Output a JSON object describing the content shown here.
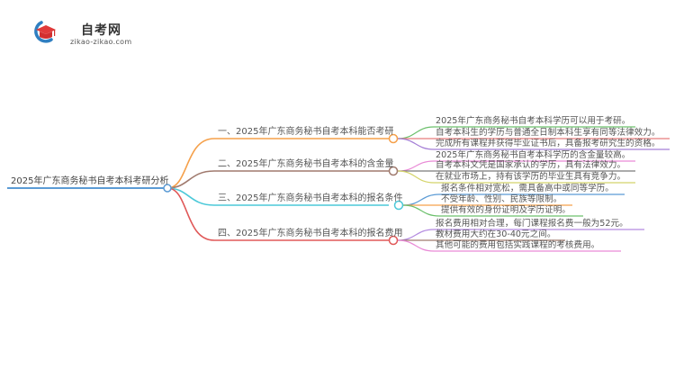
{
  "logo": {
    "title": "自考网",
    "subtitle": "zikao-zikao.com",
    "icon": "graduation-cap-icon",
    "colors": {
      "cap": "#e03a3a",
      "ring": "#2f7fc1"
    }
  },
  "mindmap": {
    "root": {
      "label": "2025年广东商务秘书自考本科考研分析",
      "color": "#5b9bd5"
    },
    "branches": [
      {
        "label": "一、2025年广东商务秘书自考本科能否考研",
        "color": "#f5a04a",
        "children": [
          {
            "label": "2025年广东商务秘书自考本科学历可以用于考研。",
            "color": "#6cc06c"
          },
          {
            "label": "自考本科生的学历与普通全日制本科生享有同等法律效力。",
            "color": "#e87c7c"
          },
          {
            "label": "完成所有课程并获得毕业证书后，具备报考研究生的资格。",
            "color": "#a57fd6"
          }
        ]
      },
      {
        "label": "二、2025年广东商务秘书自考本科的含金量",
        "color": "#a07a6e",
        "children": [
          {
            "label": "2025年广东商务秘书自考本科学历的含金量较高。",
            "color": "#e98ad6"
          },
          {
            "label": "自考本科文凭是国家承认的学历，具有法律效力。",
            "color": "#7a7a7a"
          },
          {
            "label": "在就业市场上，持有该学历的毕业生具有竞争力。",
            "color": "#d4d46a"
          }
        ]
      },
      {
        "label": "三、2025年广东商务秘书自考本科的报名条件",
        "color": "#4cc9d9",
        "children": [
          {
            "label": "报名条件相对宽松，需具备高中或同等学历。",
            "color": "#5b9bd5"
          },
          {
            "label": "不受年龄、性别、民族等限制。",
            "color": "#f5a04a"
          },
          {
            "label": "提供有效的身份证明及学历证明。",
            "color": "#6cc06c"
          }
        ]
      },
      {
        "label": "四、2025年广东商务秘书自考本科的报名费用",
        "color": "#e05858",
        "children": [
          {
            "label": "报名费用相对合理，每门课程报名费一般为52元。",
            "color": "#b48be0"
          },
          {
            "label": "教材费用大约在30-40元之间。",
            "color": "#a07a6e"
          },
          {
            "label": "其他可能的费用包括实践课程的考核费用。",
            "color": "#e98ad6"
          }
        ]
      }
    ]
  }
}
